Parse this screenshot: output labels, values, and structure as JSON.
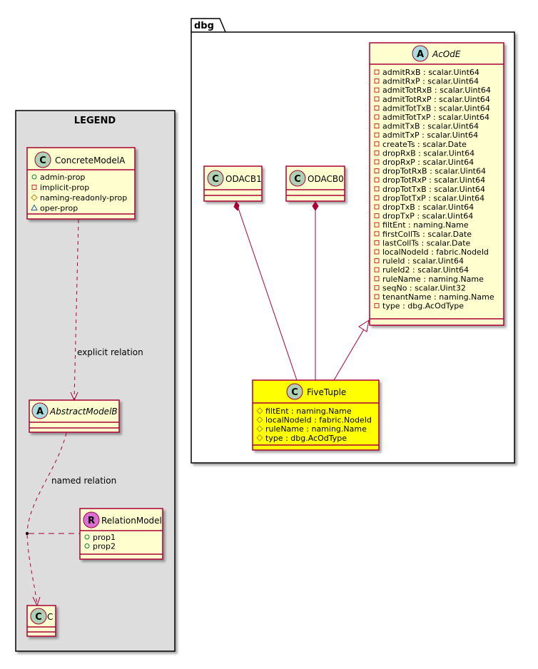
{
  "package": {
    "name": "dbg"
  },
  "legend": {
    "title": "LEGEND",
    "concrete": {
      "stereo": "C",
      "name": "ConcreteModelA",
      "attrs": [
        {
          "vis": "+",
          "text": "admin-prop"
        },
        {
          "vis": "-",
          "text": "implicit-prop"
        },
        {
          "vis": "#",
          "text": "naming-readonly-prop"
        },
        {
          "vis": "~",
          "text": "oper-prop"
        }
      ]
    },
    "abstract": {
      "stereo": "A",
      "name": "AbstractModelB"
    },
    "relation_model": {
      "stereo": "R",
      "name": "RelationModel",
      "attrs": [
        {
          "vis": "+",
          "text": "prop1"
        },
        {
          "vis": "+",
          "text": "prop2"
        }
      ]
    },
    "c": {
      "stereo": "C",
      "name": "C"
    },
    "explicit_label": "explicit relation",
    "named_label": "named relation"
  },
  "classes": {
    "acode": {
      "stereo": "A",
      "name": "AcOdE",
      "attrs": [
        "admitRxB : scalar.Uint64",
        "admitRxP : scalar.Uint64",
        "admitTotRxB : scalar.Uint64",
        "admitTotRxP : scalar.Uint64",
        "admitTotTxB : scalar.Uint64",
        "admitTotTxP : scalar.Uint64",
        "admitTxB : scalar.Uint64",
        "admitTxP : scalar.Uint64",
        "createTs : scalar.Date",
        "dropRxB : scalar.Uint64",
        "dropRxP : scalar.Uint64",
        "dropTotRxB : scalar.Uint64",
        "dropTotRxP : scalar.Uint64",
        "dropTotTxB : scalar.Uint64",
        "dropTotTxP : scalar.Uint64",
        "dropTxB : scalar.Uint64",
        "dropTxP : scalar.Uint64",
        "filtEnt : naming.Name",
        "firstCollTs : scalar.Date",
        "lastCollTs : scalar.Date",
        "localNodeId : fabric.NodeId",
        "ruleId : scalar.Uint64",
        "ruleId2 : scalar.Uint64",
        "ruleName : naming.Name",
        "seqNo : scalar.Uint32",
        "tenantName : naming.Name",
        "type : dbg.AcOdType"
      ]
    },
    "odacb1": {
      "stereo": "C",
      "name": "ODACB1"
    },
    "odacb0": {
      "stereo": "C",
      "name": "ODACB0"
    },
    "fivetuple": {
      "stereo": "C",
      "name": "FiveTuple",
      "attrs": [
        "filtEnt : naming.Name",
        "localNodeId : fabric.NodeId",
        "ruleName : naming.Name",
        "type : dbg.AcOdType"
      ]
    }
  },
  "colors": {
    "class_fill": "#FEFECE",
    "class_border": "#A80036",
    "highlight_fill": "#FFFF00",
    "legend_fill": "#DDDDDD",
    "circle_c": "#ADD1B2",
    "circle_a": "#A9DCDF",
    "circle_r": "#DA70D6",
    "vis_public": "#038048",
    "vis_private": "#C82930",
    "vis_protected": "#B38D22",
    "vis_package": "#1963A0"
  }
}
